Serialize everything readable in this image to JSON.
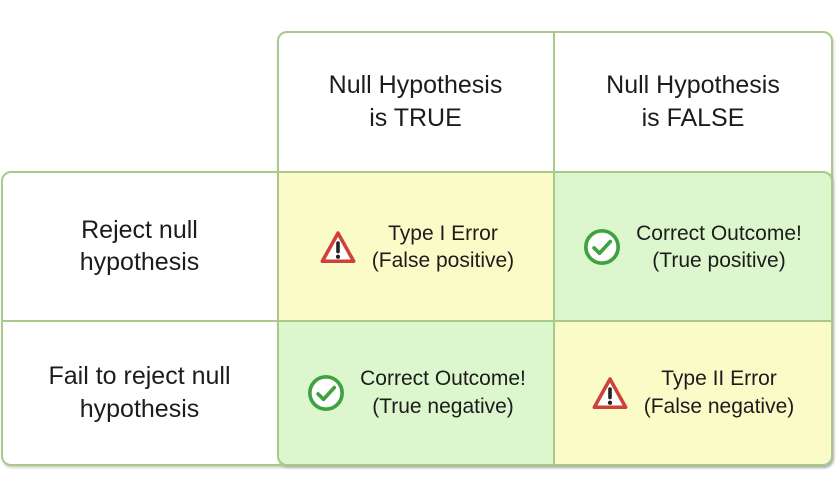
{
  "colors": {
    "background": "#ffffff",
    "border_green": "#a9c98b",
    "cell_yellow": "#fbfbc8",
    "cell_green": "#dcf7cd",
    "warning_red": "#ce423b",
    "check_green": "#3fa23f",
    "text": "#1c1c1c"
  },
  "matrix": {
    "column_headers": [
      {
        "lines": [
          "Null Hypothesis",
          "is TRUE"
        ]
      },
      {
        "lines": [
          "Null Hypothesis",
          "is FALSE"
        ]
      }
    ],
    "row_headers": [
      {
        "lines": [
          "Reject null",
          "hypothesis"
        ]
      },
      {
        "lines": [
          "Fail to reject null",
          "hypothesis"
        ]
      }
    ],
    "cells": [
      {
        "row": 0,
        "col": 0,
        "icon": "warning-icon",
        "variant": "error",
        "lines": [
          "Type I Error",
          "(False positive)"
        ]
      },
      {
        "row": 0,
        "col": 1,
        "icon": "check-circle-icon",
        "variant": "correct",
        "lines": [
          "Correct Outcome!",
          "(True positive)"
        ]
      },
      {
        "row": 1,
        "col": 0,
        "icon": "check-circle-icon",
        "variant": "correct",
        "lines": [
          "Correct Outcome!",
          "(True negative)"
        ]
      },
      {
        "row": 1,
        "col": 1,
        "icon": "warning-icon",
        "variant": "error",
        "lines": [
          "Type II Error",
          "(False negative)"
        ]
      }
    ]
  }
}
